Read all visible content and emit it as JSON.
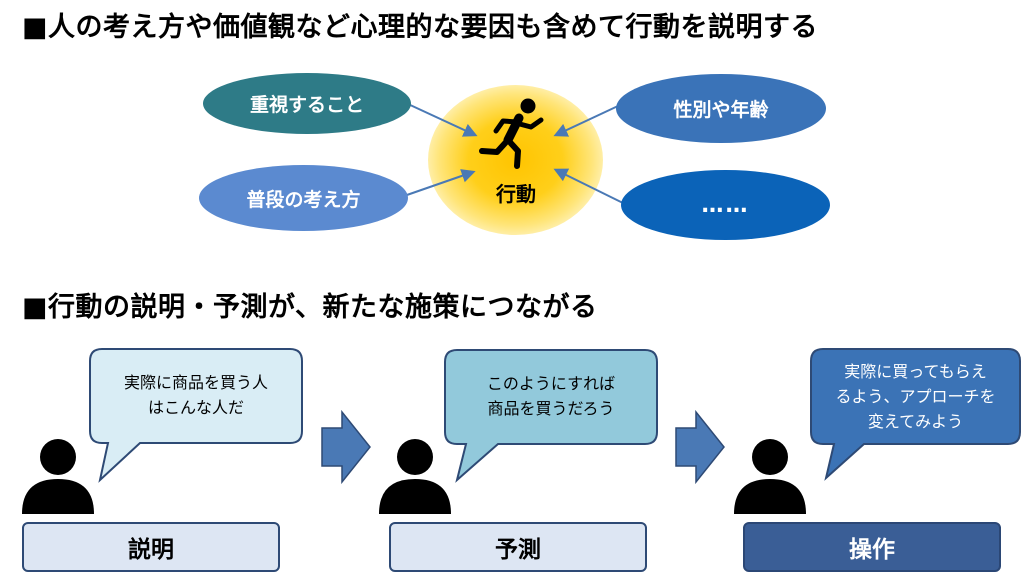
{
  "headings": {
    "top": "■人の考え方や価値観など心理的な要因も含めて行動を説明する",
    "bottom": "■行動の説明・予測が、新たな施策につながる"
  },
  "factors": [
    {
      "label": "重視すること",
      "color": "#2e7b87"
    },
    {
      "label": "普段の考え方",
      "color": "#5b8ad0"
    },
    {
      "label": "性別や年齢",
      "color": "#3a73b8"
    },
    {
      "label": "……",
      "color": "#0b63b8"
    }
  ],
  "center": {
    "label": "行動",
    "icon": "running-person-icon",
    "glow_color": "#ffc400"
  },
  "steps": [
    {
      "bubble_lines": [
        "実際に商品を買う人",
        "はこんな人だ"
      ],
      "bubble_color": "#d9edf5",
      "label": "説明",
      "label_color": "#dde6f3"
    },
    {
      "bubble_lines": [
        "このようにすれば",
        "商品を買うだろう"
      ],
      "bubble_color": "#92c9db",
      "label": "予測",
      "label_color": "#dde6f3"
    },
    {
      "bubble_lines": [
        "実際に買ってもらえ",
        "るよう、アプローチを",
        "変えてみよう"
      ],
      "bubble_color": "#3b73b6",
      "label": "操作",
      "label_color": "#3a5e96"
    }
  ],
  "icons": [
    "person-icon",
    "right-arrow-icon"
  ]
}
